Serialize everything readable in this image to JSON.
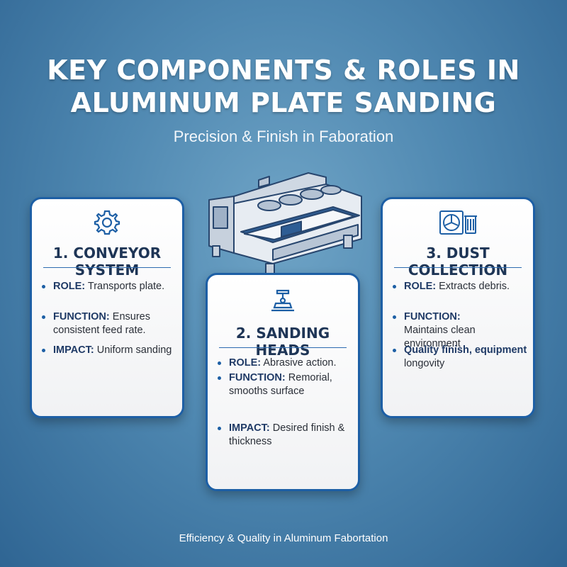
{
  "header": {
    "title_line1": "KEY COMPONENTS & ROLES IN",
    "title_line2": "ALUMINUM PLATE SANDING",
    "subtitle": "Precision & Finish in Faboration"
  },
  "cards": [
    {
      "heading": "1. CONVEYOR SYSTEM",
      "icon": "gear-icon",
      "bullets": [
        {
          "label": "ROLE:",
          "text": "Transports plate."
        },
        {
          "label": "FUNCTION:",
          "text": "Ensures",
          "text2": "consistent feed rate."
        },
        {
          "label": "IMPACT:",
          "text": "Uniform sanding"
        }
      ]
    },
    {
      "heading": "2. SANDING HEADS",
      "icon": "sanding-head-icon",
      "bullets": [
        {
          "label": "ROLE:",
          "text": "Abrasive action."
        },
        {
          "label": "FUNCTION:",
          "text": "Remorial,",
          "text2": "smooths surface"
        },
        {
          "label": "IMPACT:",
          "text": "Desired finish &",
          "text2": "thickness"
        }
      ]
    },
    {
      "heading": "3. DUST COLLECTION",
      "icon": "dust-collector-icon",
      "bullets": [
        {
          "label": "ROLE:",
          "text": "Extracts debris."
        },
        {
          "label": "FUNCTION:",
          "text2": "Maintains clean environment"
        },
        {
          "label": "Quality finish, equipment",
          "text2": "longovity"
        }
      ]
    }
  ],
  "footer": "Efficiency & Quality in Aluminum Fabortation",
  "colors": {
    "accent": "#1d5fa5",
    "background": "#4f88b1",
    "heading": "#1e3556"
  }
}
